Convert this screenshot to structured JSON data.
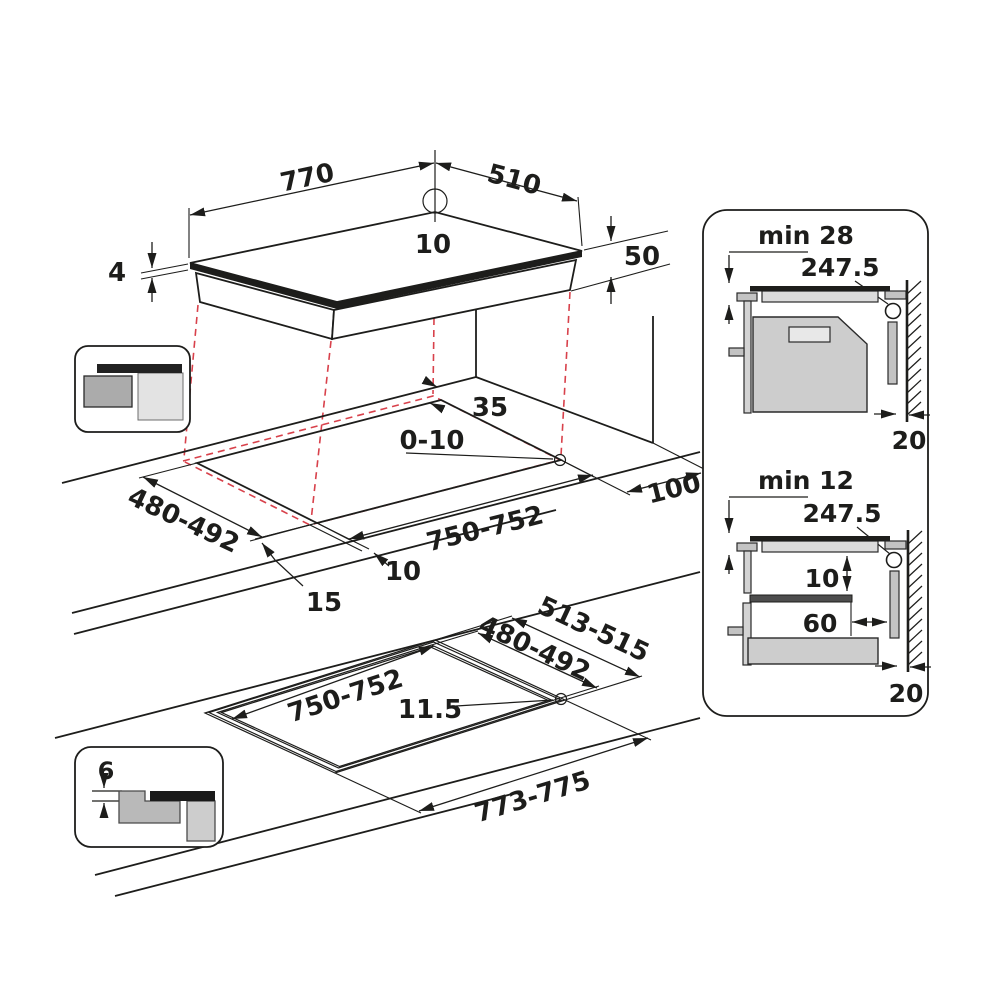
{
  "colors": {
    "line": "#1d1d1b",
    "dashed_projection": "#d8414b"
  },
  "top_view": {
    "width": "770",
    "depth": "510",
    "hole_inset": "10",
    "body_height": "50",
    "glass_thickness": "4"
  },
  "surface_cutout": {
    "rear_clearance": "35",
    "corner_gap": "0-10",
    "depth": "480-492",
    "width": "750-752",
    "wall_clearance": "100",
    "front_overhang": "15",
    "side_overhang": "10"
  },
  "flush_cutout": {
    "outer_depth": "513-515",
    "inner_depth": "480-492",
    "inner_width": "750-752",
    "corner_rebate": "11.5",
    "outer_width": "773-775",
    "step_depth": "6"
  },
  "side_views": {
    "oven": {
      "title": "min 28",
      "hob_center_depth": "247.5",
      "wall_gap": "20"
    },
    "drawer": {
      "title": "min 12",
      "hob_center_depth": "247.5",
      "clearance_below": "10",
      "drawer_clearance": "60",
      "wall_gap": "20"
    }
  }
}
